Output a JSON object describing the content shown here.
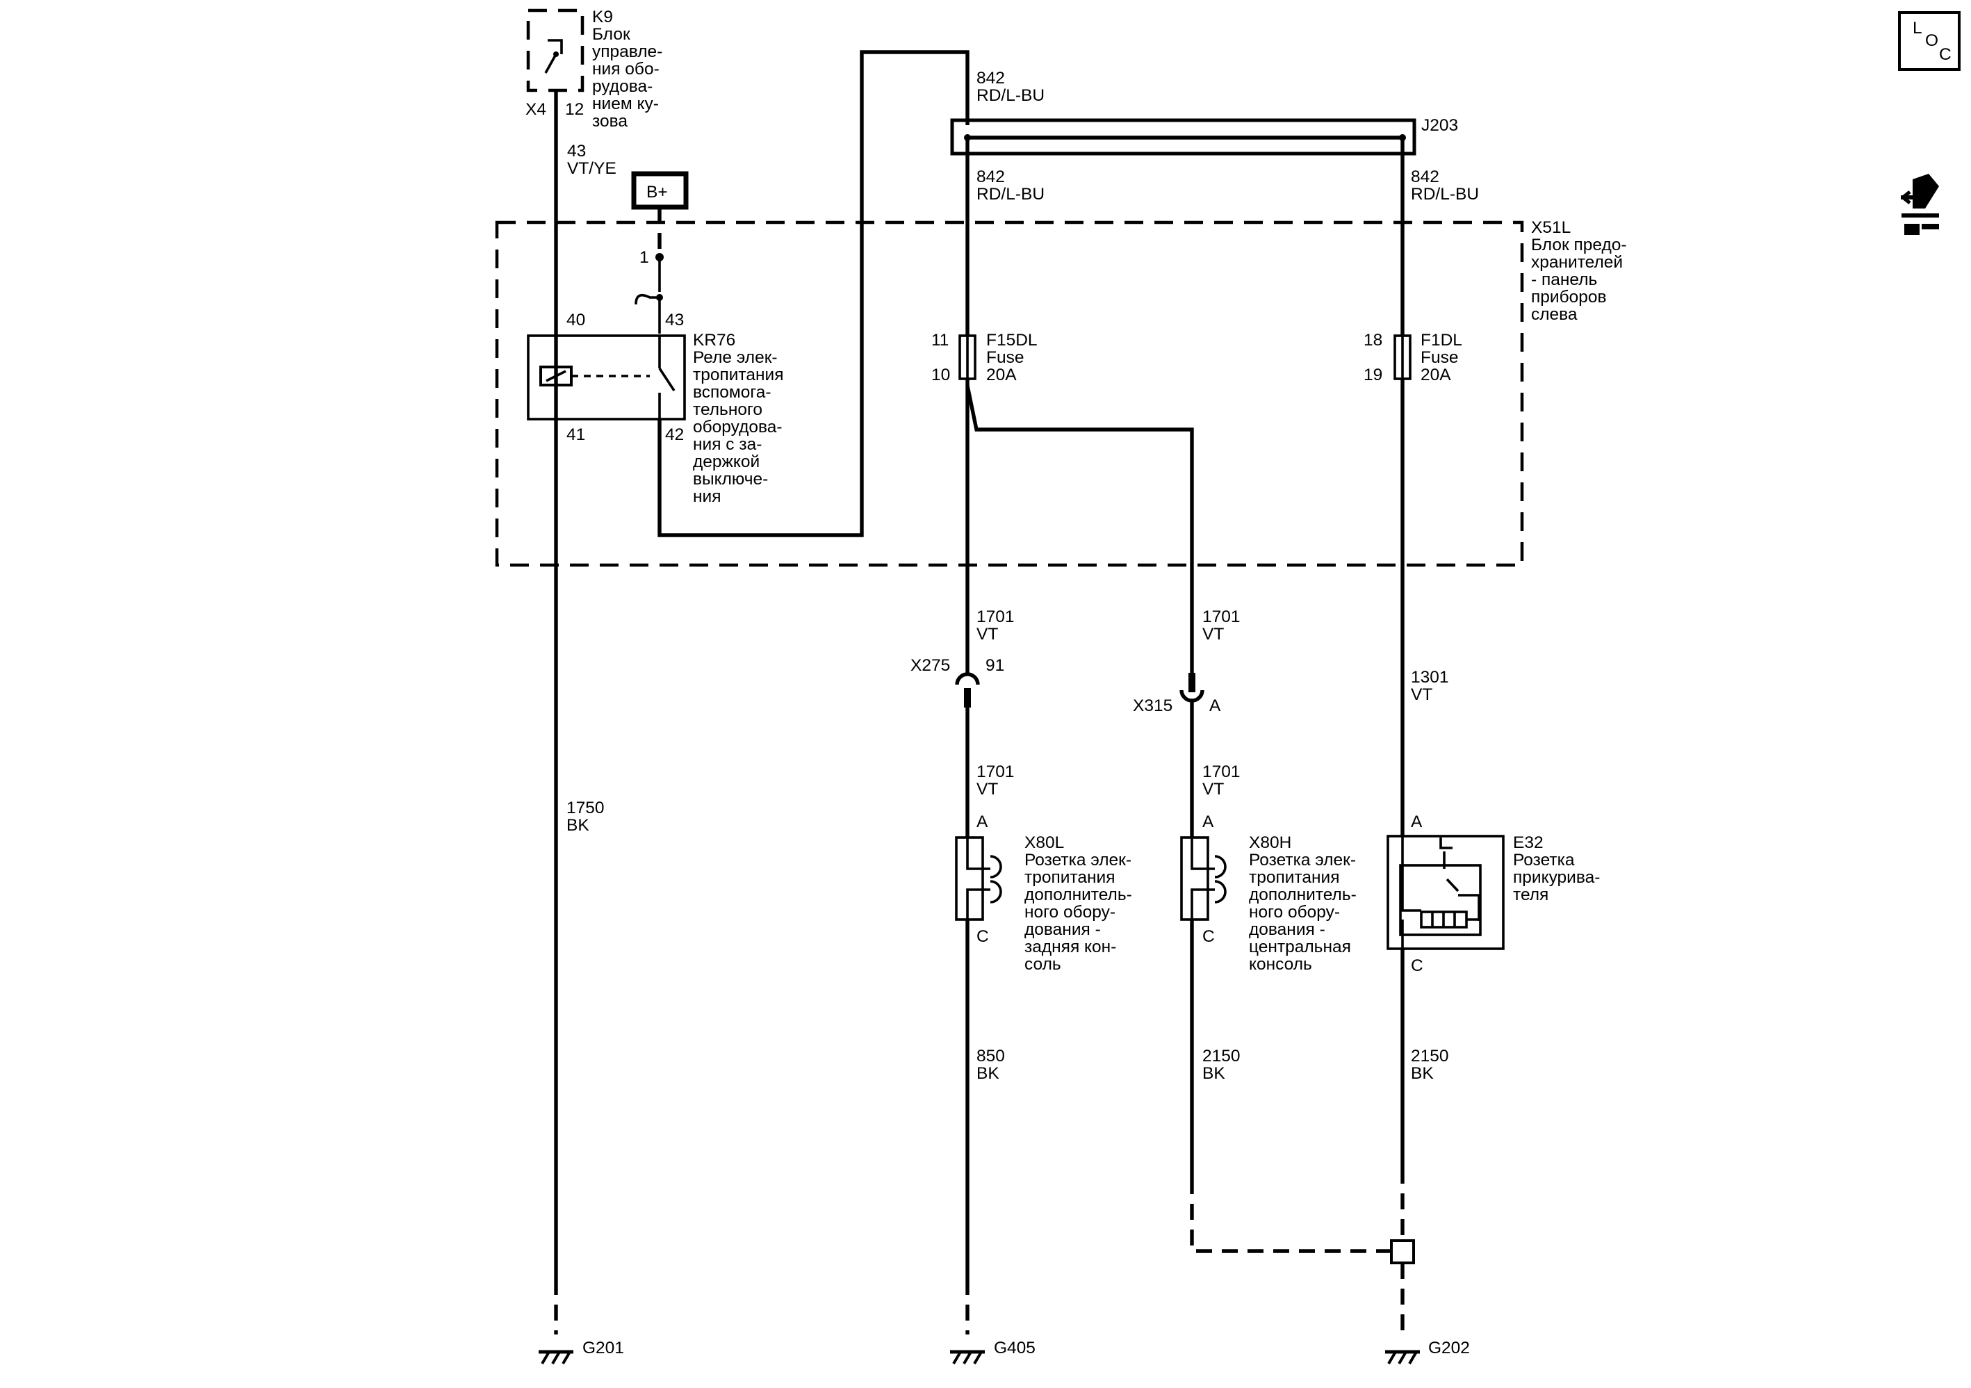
{
  "icons": {
    "loc": {
      "l": "L",
      "o": "O",
      "c": "C"
    },
    "connector_icon": "connector-icon"
  },
  "k9": {
    "id": "K9",
    "name_lines": [
      "Блок",
      "управле-",
      "ния обо-",
      "рудова-",
      "нием ку-",
      "зова"
    ],
    "conn": "X4",
    "pin": "12"
  },
  "wires": {
    "w43": {
      "num": "43",
      "color": "VT/YE"
    },
    "w1750": {
      "num": "1750",
      "color": "BK"
    },
    "w842_top": {
      "num": "842",
      "color": "RD/L-BU"
    },
    "w842_left": {
      "num": "842",
      "color": "RD/L-BU"
    },
    "w842_right": {
      "num": "842",
      "color": "RD/L-BU"
    },
    "w1701_a": {
      "num": "1701",
      "color": "VT"
    },
    "w1701_b": {
      "num": "1701",
      "color": "VT"
    },
    "w1701_c": {
      "num": "1701",
      "color": "VT"
    },
    "w1701_d": {
      "num": "1701",
      "color": "VT"
    },
    "w1301": {
      "num": "1301",
      "color": "VT"
    },
    "w850": {
      "num": "850",
      "color": "BK"
    },
    "w2150_a": {
      "num": "2150",
      "color": "BK"
    },
    "w2150_b": {
      "num": "2150",
      "color": "BK"
    }
  },
  "bplus": "B+",
  "splice": "J203",
  "x51l": {
    "id": "X51L",
    "name_lines": [
      "Блок предо-",
      "хранителей",
      "- панель",
      "приборов",
      "слева"
    ]
  },
  "kr76": {
    "id": "KR76",
    "name_lines": [
      "Реле элек-",
      "тропитания",
      "вспомога-",
      "тельного",
      "оборудова-",
      "ния с за-",
      "держкой",
      "выключе-",
      "ния"
    ],
    "pin1": "1",
    "pin40": "40",
    "pin43": "43",
    "pin41": "41",
    "pin42": "42"
  },
  "f15dl": {
    "id": "F15DL",
    "type": "Fuse",
    "rating": "20A",
    "pin_in": "11",
    "pin_out": "10"
  },
  "f1dl": {
    "id": "F1DL",
    "type": "Fuse",
    "rating": "20A",
    "pin_in": "18",
    "pin_out": "19"
  },
  "x275": {
    "id": "X275",
    "pin": "91"
  },
  "x315": {
    "id": "X315",
    "pin": "A"
  },
  "x80l": {
    "id": "X80L",
    "name_lines": [
      "Розетка элек-",
      "тропитания",
      "дополнитель-",
      "ного обору-",
      "дования -",
      "задняя кон-",
      "соль"
    ],
    "pin_a": "A",
    "pin_c": "C"
  },
  "x80h": {
    "id": "X80H",
    "name_lines": [
      "Розетка элек-",
      "тропитания",
      "дополнитель-",
      "ного обору-",
      "дования -",
      "центральная",
      "консоль"
    ],
    "pin_a": "A",
    "pin_c": "C"
  },
  "e32": {
    "id": "E32",
    "name_lines": [
      "Розетка",
      "прикурива-",
      "теля"
    ],
    "pin_a": "A",
    "pin_c": "C"
  },
  "grounds": {
    "g201": "G201",
    "g405": "G405",
    "g202": "G202"
  }
}
